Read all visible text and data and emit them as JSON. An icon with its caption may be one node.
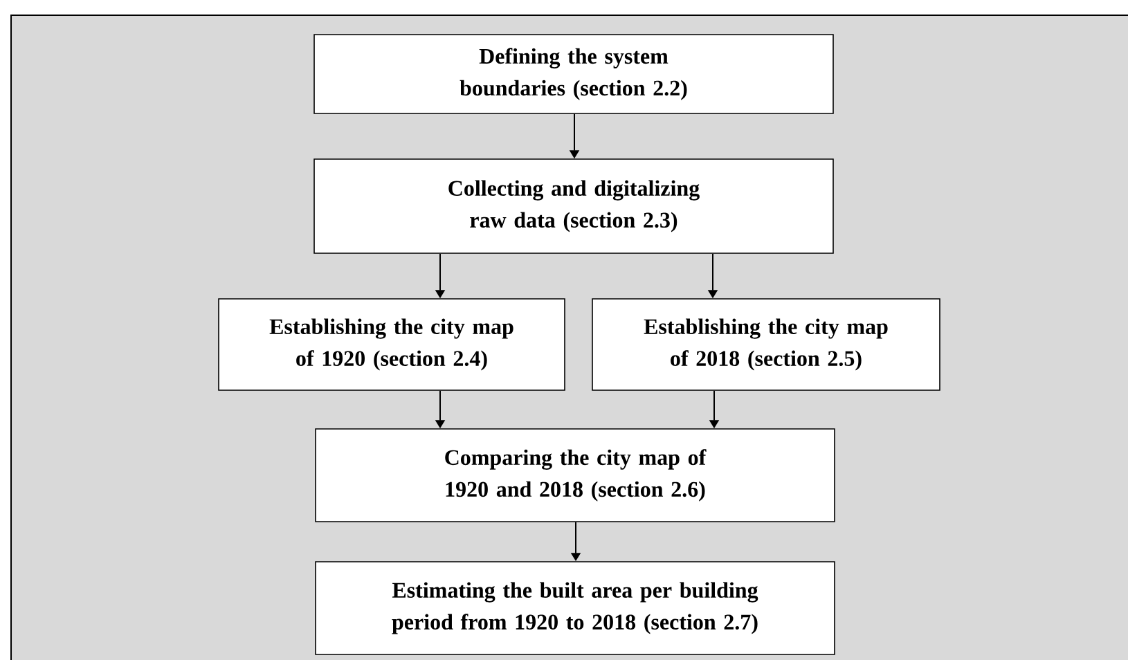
{
  "diagram": {
    "nodes": [
      {
        "text": [
          "Defining the system boundaries (section 2.2)"
        ]
      },
      {
        "text": [
          "Collecting and digitalizing raw data (section 2.3)"
        ]
      },
      {
        "text": [
          "Establishing the city map of 1920 (section 2.4)"
        ]
      },
      {
        "text": [
          "Establishing the city map of 2018 (section 2.5)"
        ]
      },
      {
        "text": [
          "Comparing the city map of 1920 and 2018 (section 2.6)"
        ]
      },
      {
        "text": [
          "Estimating the built area per building period from 1920 to 2018 (section 2.7)"
        ]
      }
    ],
    "edges": [
      {
        "from": 0,
        "to": 1,
        "arrow": "to"
      },
      {
        "from": 1,
        "to": 2,
        "arrow": "to"
      },
      {
        "from": 1,
        "to": 3,
        "arrow": "to"
      },
      {
        "from": 2,
        "to": 4,
        "arrow": "to"
      },
      {
        "from": 3,
        "to": 4,
        "arrow": "to"
      },
      {
        "from": 4,
        "to": 5,
        "arrow": "to"
      }
    ]
  }
}
